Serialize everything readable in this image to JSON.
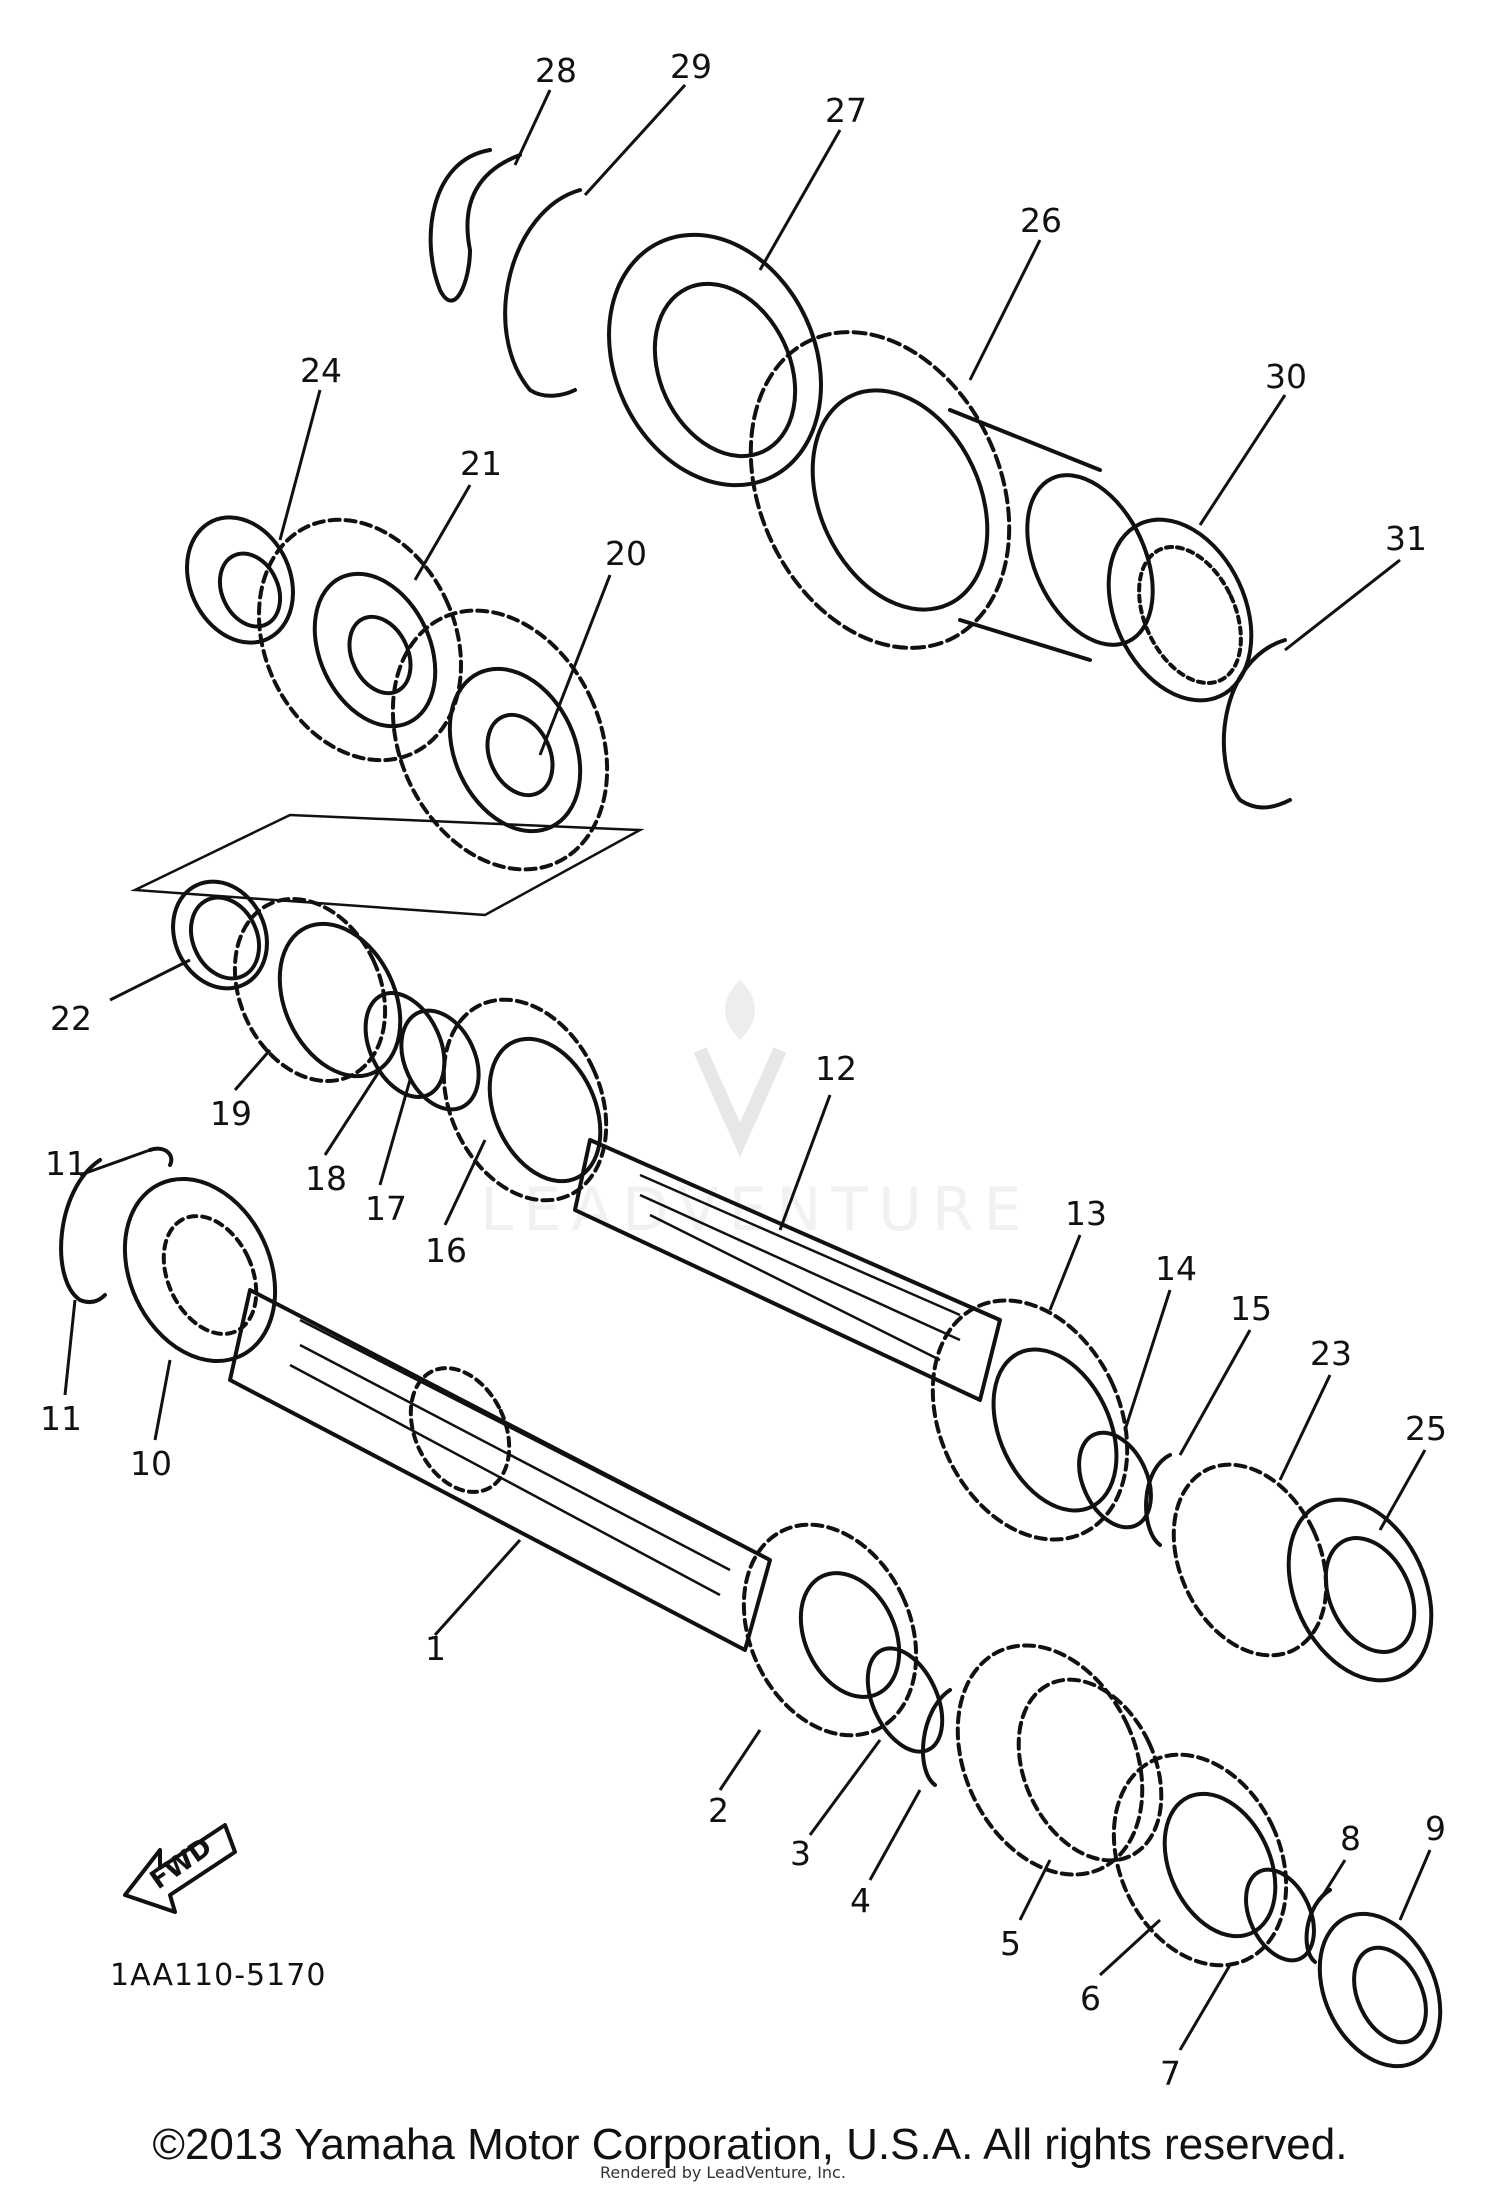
{
  "diagram": {
    "callouts": [
      "1",
      "2",
      "3",
      "4",
      "5",
      "6",
      "7",
      "8",
      "9",
      "10",
      "11",
      "11",
      "12",
      "13",
      "14",
      "15",
      "16",
      "17",
      "18",
      "19",
      "20",
      "21",
      "22",
      "23",
      "24",
      "25",
      "26",
      "27",
      "28",
      "29",
      "30",
      "31"
    ],
    "part_code": "1AA110-5170",
    "fwd_label": "FWD",
    "watermark": "LEADVENTURE",
    "rendered_by": "Rendered by LeadVenture, Inc.",
    "copyright": "©2013 Yamaha Motor Corporation, U.S.A. All rights reserved."
  }
}
